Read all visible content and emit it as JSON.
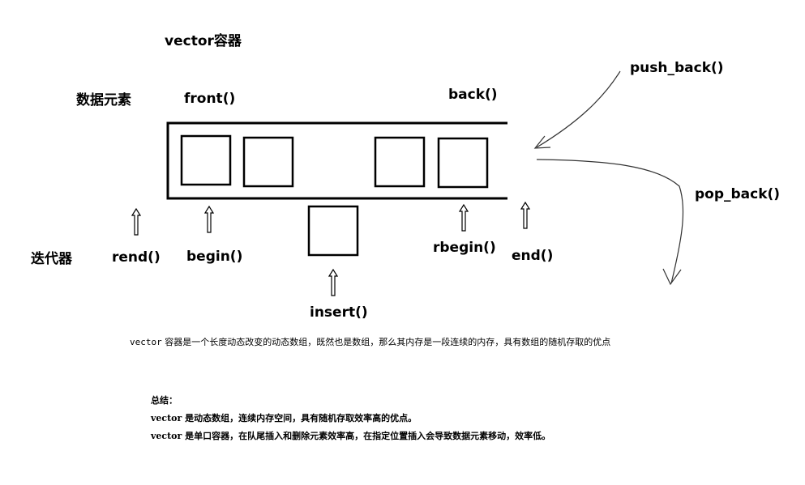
{
  "title": "vector容器",
  "labels": {
    "elements": "数据元素",
    "front": "front()",
    "back": "back()",
    "push_back": "push_back()",
    "pop_back": "pop_back()",
    "iterators": "迭代器",
    "rend": "rend()",
    "begin": "begin()",
    "rbegin": "rbegin()",
    "end": "end()",
    "insert": "insert()"
  },
  "description": {
    "code": "vector",
    "text": " 容器是一个长度动态改变的动态数组，既然也是数组，那么其内存是一段连续的内存，具有数组的随机存取的优点"
  },
  "summary": {
    "heading": "总结：",
    "line1": "vector 是动态数组，连续内存空间，具有随机存取效率高的优点。",
    "line2": "vector 是单口容器，在队尾插入和删除元素效率高，在指定位置插入会导致数据元素移动，效率低。"
  }
}
